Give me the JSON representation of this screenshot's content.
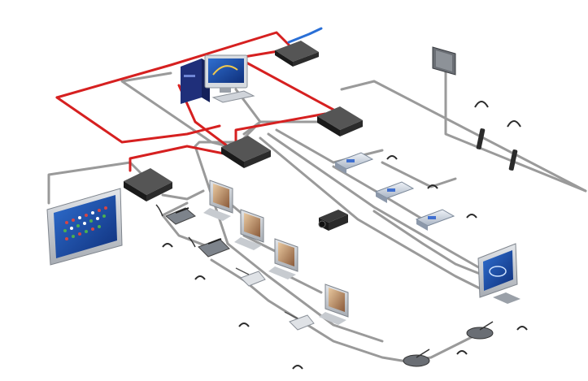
{
  "diagram": {
    "labels": [],
    "colors": {
      "background": "#ffffff",
      "cable_grey": "#9a9a9a",
      "cable_red": "#d62020",
      "cable_blue": "#2a6fd6",
      "device_dark": "#2b2b2b",
      "device_light": "#d9dde3",
      "screen_blue": "#1b4fa8",
      "screen_frame": "#b8bcc2",
      "pc_case": "#1f2f7a"
    },
    "components": {
      "control_pc": "computer-workstation",
      "central_units": [
        "central-unit",
        "central-unit",
        "central-unit",
        "central-unit",
        "central-unit"
      ],
      "projection_screen": "synoptic-display",
      "wall_display": "wall-monitor",
      "camera": "video-camera",
      "interpretation_units": [
        "interpreter-desk",
        "interpreter-desk",
        "interpreter-desk"
      ],
      "delegate_units": [
        "delegate-unit",
        "delegate-unit",
        "delegate-unit",
        "delegate-unit",
        "delegate-unit",
        "delegate-unit"
      ],
      "touch_monitors": [
        "touch-monitor",
        "touch-monitor",
        "touch-monitor",
        "touch-monitor",
        "touch-monitor"
      ],
      "headphones": "headphones-icon",
      "receivers": "receiver-icon",
      "lectern_monitor": "lectern-display"
    }
  }
}
